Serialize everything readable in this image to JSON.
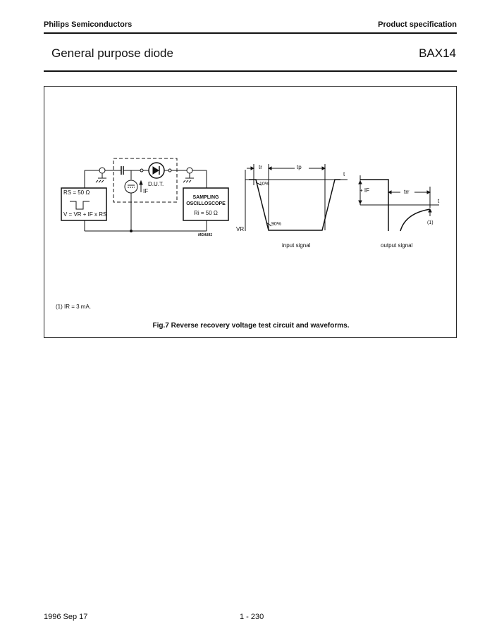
{
  "header": {
    "company": "Philips Semiconductors",
    "doc_type": "Product specification",
    "title": "General purpose diode",
    "part": "BAX14"
  },
  "figure": {
    "caption": "Fig.7  Reverse recovery voltage test circuit and waveforms.",
    "note": "(1)  IR = 3 mA.",
    "circuit": {
      "rs_label": "RS = 50 Ω",
      "v_label": "V = VR + IF x RS",
      "dut_label": "D.U.T.",
      "if_label": "IF",
      "scope_line1": "SAMPLING",
      "scope_line2": "OSCILLOSCOPE",
      "scope_ri": "Ri = 50 Ω",
      "ref_code": "MGA881"
    },
    "input_signal": {
      "tr": "tr",
      "tp": "tp",
      "t": "t",
      "pct10": "10%",
      "pct90": "90%",
      "vr": "VR",
      "label": "input signal"
    },
    "output_signal": {
      "if": "+ IF",
      "trr": "trr",
      "t": "t",
      "note": "(1)",
      "label": "output signal"
    }
  },
  "footer": {
    "date": "1996 Sep 17",
    "page": "1 - 230"
  }
}
